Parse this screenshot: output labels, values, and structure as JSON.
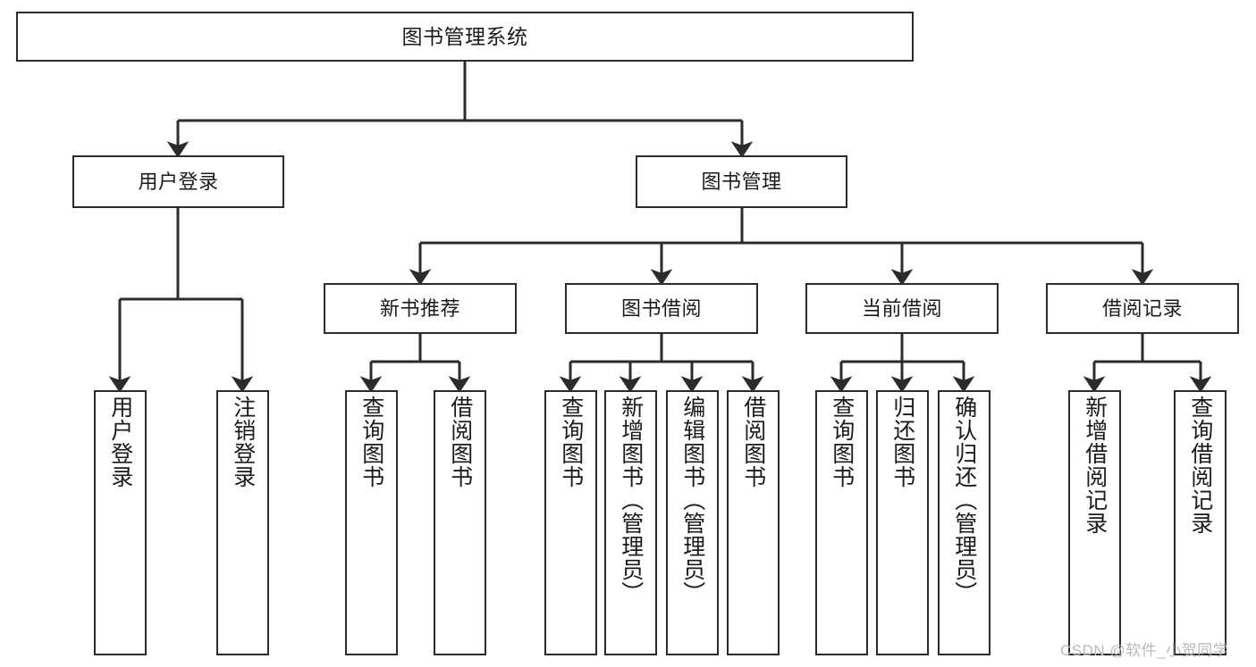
{
  "diagram": {
    "title": "图书管理系统",
    "type": "tree-hierarchy-chart",
    "watermark": "CSDN @软件_小贺同学",
    "colors": {
      "stroke": "#2b2b2b",
      "fill": "#ffffff",
      "text": "#1b1b1b",
      "watermark": "#b9b9b9"
    },
    "nodes": {
      "root": {
        "label": "图书管理系统"
      },
      "level2": [
        {
          "id": "user-login",
          "label": "用户登录"
        },
        {
          "id": "book-manage",
          "label": "图书管理"
        }
      ],
      "level3": [
        {
          "id": "new-book-recommend",
          "label": "新书推荐"
        },
        {
          "id": "book-borrow",
          "label": "图书借阅"
        },
        {
          "id": "current-borrow",
          "label": "当前借阅"
        },
        {
          "id": "borrow-record",
          "label": "借阅记录"
        }
      ],
      "leaves": [
        {
          "id": "leaf-user-login",
          "label": "用户登录",
          "parent": "user-login"
        },
        {
          "id": "leaf-logout",
          "label": "注销登录",
          "parent": "user-login"
        },
        {
          "id": "leaf-query-book-1",
          "label": "查询图书",
          "parent": "new-book-recommend"
        },
        {
          "id": "leaf-borrow-book-1",
          "label": "借阅图书",
          "parent": "new-book-recommend"
        },
        {
          "id": "leaf-query-book-2",
          "label": "查询图书",
          "parent": "book-borrow"
        },
        {
          "id": "leaf-add-book",
          "label": "新增图书（管理员）",
          "parent": "book-borrow"
        },
        {
          "id": "leaf-edit-book",
          "label": "编辑图书（管理员）",
          "parent": "book-borrow"
        },
        {
          "id": "leaf-borrow-book-2",
          "label": "借阅图书",
          "parent": "book-borrow"
        },
        {
          "id": "leaf-query-book-3",
          "label": "查询图书",
          "parent": "current-borrow"
        },
        {
          "id": "leaf-return-book",
          "label": "归还图书",
          "parent": "current-borrow"
        },
        {
          "id": "leaf-confirm-return",
          "label": "确认归还（管理员）",
          "parent": "current-borrow"
        },
        {
          "id": "leaf-add-record",
          "label": "新增借阅记录",
          "parent": "borrow-record"
        },
        {
          "id": "leaf-query-record",
          "label": "查询借阅记录",
          "parent": "borrow-record"
        }
      ]
    }
  }
}
